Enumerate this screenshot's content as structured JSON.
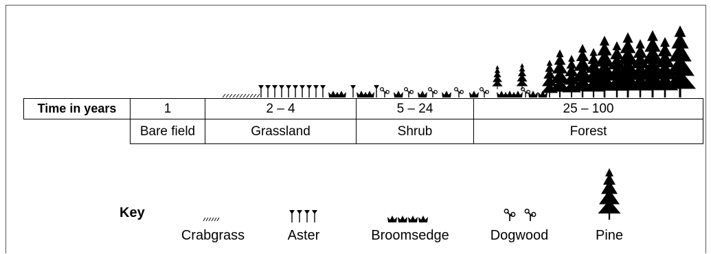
{
  "table": {
    "row_header": "Time in years",
    "years": [
      "1",
      "2 – 4",
      "5 – 24",
      "25 – 100"
    ],
    "stages": [
      "Bare field",
      "Grassland",
      "Shrub",
      "Forest"
    ]
  },
  "key": {
    "title": "Key",
    "items": [
      {
        "label": "Crabgrass",
        "icon": "crabgrass-icon"
      },
      {
        "label": "Aster",
        "icon": "aster-icon"
      },
      {
        "label": "Broomsedge",
        "icon": "broomsedge-icon"
      },
      {
        "label": "Dogwood",
        "icon": "dogwood-icon"
      },
      {
        "label": "Pine",
        "icon": "pine-icon"
      }
    ]
  }
}
